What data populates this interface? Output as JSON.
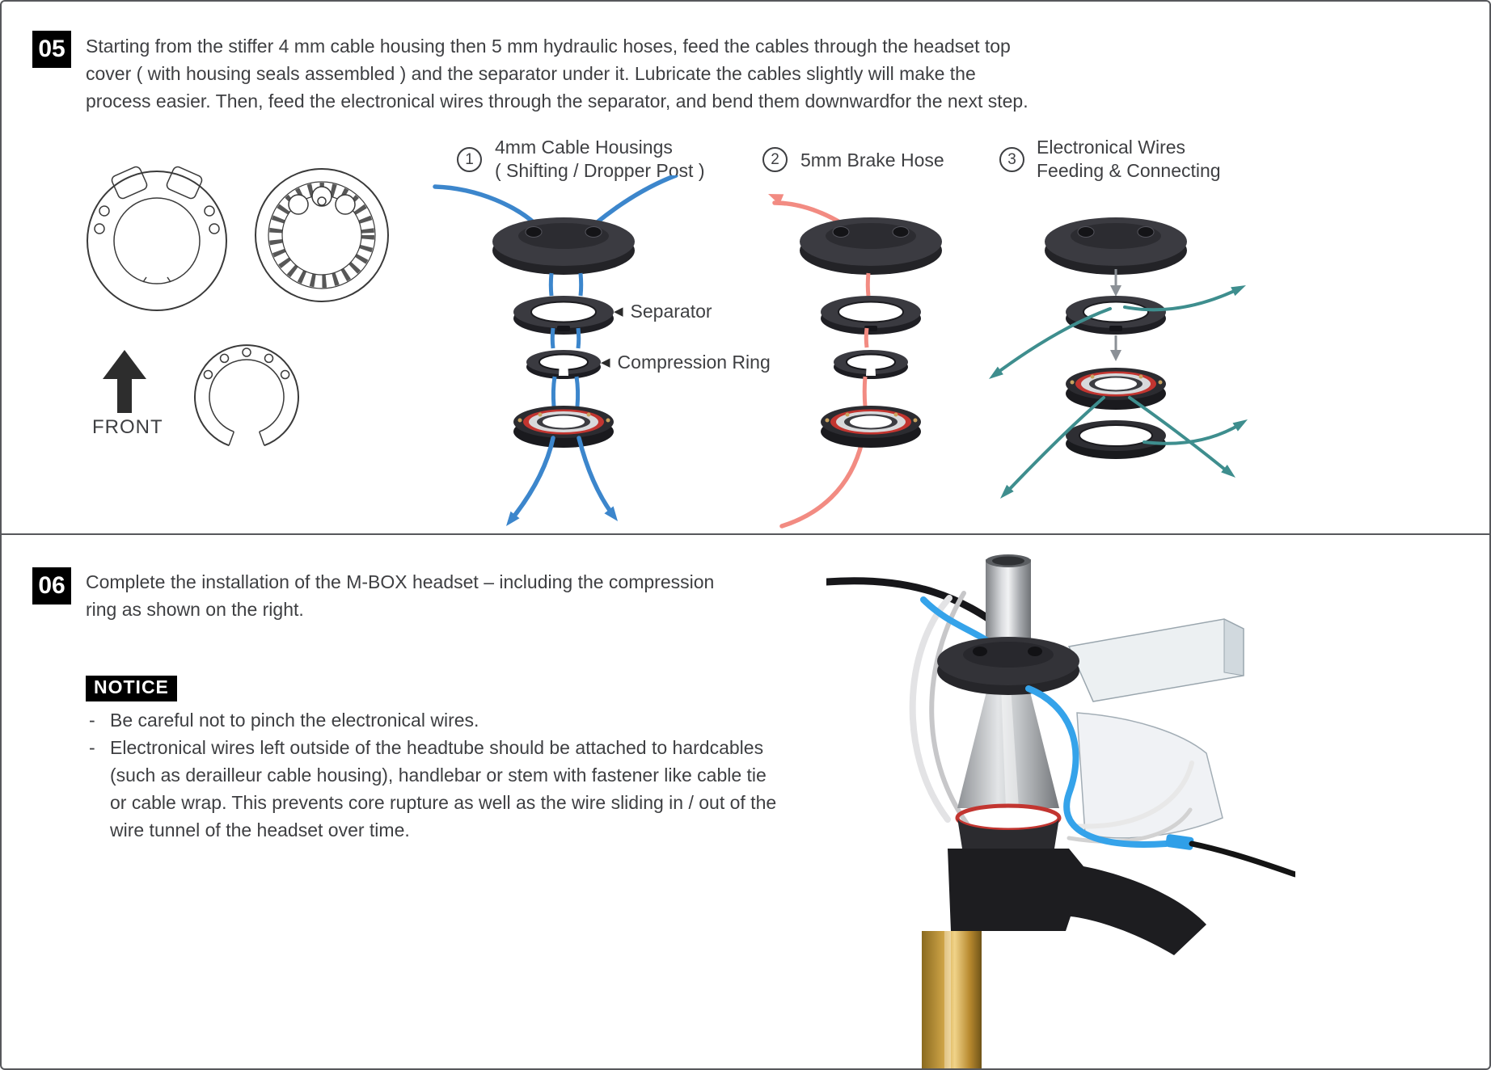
{
  "colors": {
    "cable_blue": "#3c86cc",
    "hose_red": "#f28b82",
    "wire_teal": "#3e8e8e",
    "seal_red": "#c23530",
    "text": "#3e3f42"
  },
  "step05": {
    "number": "05",
    "instruction_lines": [
      "Starting from the stiffer 4 mm cable housing then 5 mm hydraulic hoses, feed the cables through the headset top",
      "cover ( with housing seals assembled ) and the separator under it. Lubricate the cables slightly will make the",
      "process easier. Then, feed the electronical wires through the separator, and bend them downwardfor the next step."
    ],
    "front_label": "FRONT",
    "items": {
      "item1": {
        "number": "1",
        "title_line1": "4mm Cable Housings",
        "title_line2": "( Shifting / Dropper Post )"
      },
      "item2": {
        "number": "2",
        "title": "5mm Brake Hose"
      },
      "item3": {
        "number": "3",
        "title_line1": "Electronical Wires",
        "title_line2": "Feeding & Connecting"
      }
    },
    "callouts": {
      "arrow": "◀",
      "separator": "Separator",
      "compression_ring": "Compression Ring"
    }
  },
  "step06": {
    "number": "06",
    "instruction_lines": [
      "Complete the installation of the M-BOX headset – including the compression",
      "ring  as shown on the right."
    ],
    "notice": {
      "label": "NOTICE",
      "bullet": "-",
      "items": [
        {
          "lines": [
            "Be careful not to pinch the electronical wires."
          ]
        },
        {
          "lines": [
            "Electronical wires left outside of the headtube should be attached to hardcables",
            "(such as derailleur cable housing), handlebar or stem with fastener like cable tie",
            "or cable wrap. This prevents core rupture as well as the wire sliding in / out of the",
            "wire tunnel of the headset over time."
          ]
        }
      ]
    }
  }
}
